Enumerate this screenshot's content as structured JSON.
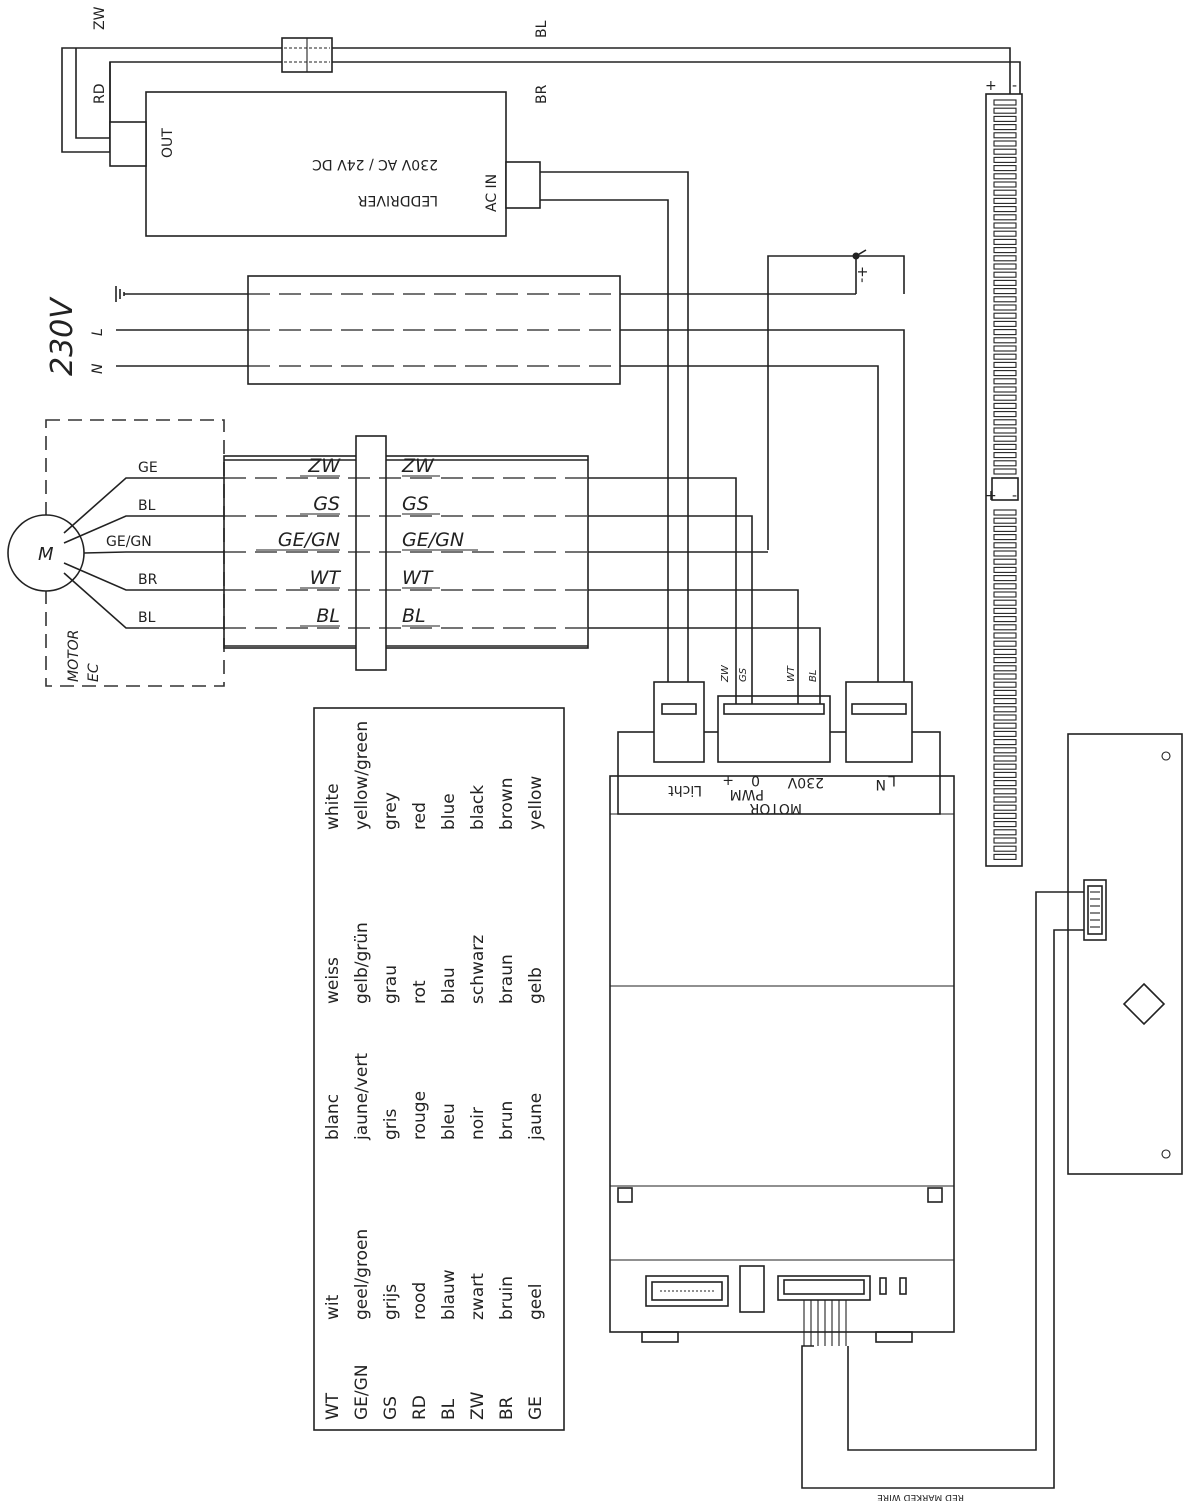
{
  "wires_top": {
    "zw": "ZW",
    "bl": "BL",
    "rd": "RD",
    "br": "BR"
  },
  "ledstrip": {
    "plus": "+",
    "minus": "-",
    "plus_mid": "+",
    "minus_mid": "-"
  },
  "leddriver": {
    "out": "OUT",
    "ac_in": "AC IN",
    "voltage": "230V AC / 24V DC",
    "name": "LEDDRIVER"
  },
  "mains": {
    "voltage": "230V",
    "n": "N",
    "l": "L"
  },
  "motor": {
    "symbol": "M",
    "label_line1": "MOTOR",
    "label_line2": "EC",
    "wires": [
      "GE",
      "BL",
      "GE/GN",
      "BR",
      "BL"
    ]
  },
  "connector_codes": {
    "left": [
      "ZW",
      "GS",
      "GE/GN",
      "WT",
      "BL"
    ],
    "right": [
      "ZW",
      "GS",
      "GE/GN",
      "WT",
      "BL"
    ]
  },
  "controller": {
    "licht": "Licht",
    "motor": "MOTOR",
    "pwm": "PWM",
    "zero": "0",
    "plus": "+",
    "v230": "230V",
    "l": "L",
    "n": "N",
    "motor_wires": [
      "ZW",
      "GS",
      "WT",
      "BL"
    ],
    "ground_sign": "+-"
  },
  "red_wire_note": "RED MARKED WIRE",
  "legend": {
    "columns": [
      [
        "WT",
        "GE/GN",
        "GS",
        "RD",
        "BL",
        "ZW",
        "BR",
        "GE"
      ],
      [
        "wit",
        "geel/groen",
        "grijs",
        "rood",
        "blauw",
        "zwart",
        "bruin",
        "geel"
      ],
      [
        "blanc",
        "jaune/vert",
        "gris",
        "rouge",
        "bleu",
        "noir",
        "brun",
        "jaune"
      ],
      [
        "weiss",
        "gelb/grün",
        "grau",
        "rot",
        "blau",
        "schwarz",
        "braun",
        "gelb"
      ],
      [
        "white",
        "yellow/green",
        "grey",
        "red",
        "blue",
        "black",
        "brown",
        "yellow"
      ]
    ]
  }
}
